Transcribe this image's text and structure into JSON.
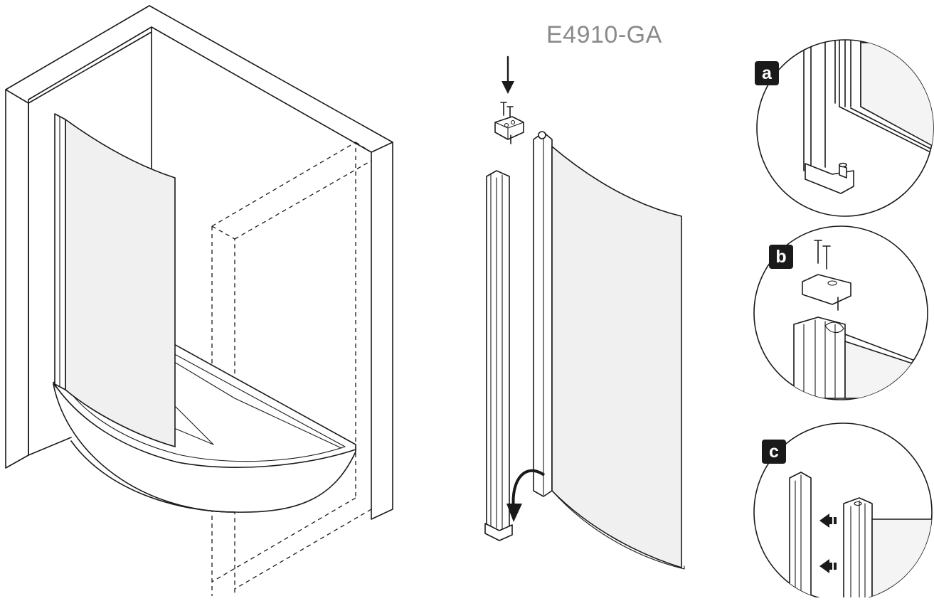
{
  "diagram": {
    "model_code": "E4910-GA",
    "steps": [
      {
        "label": "a"
      },
      {
        "label": "b"
      },
      {
        "label": "c"
      }
    ],
    "icons": {
      "down_arrow": "down-arrow-icon",
      "rotate_arrow": "curved-arrow-icon",
      "push_arrows": "double-chevron-left-icon"
    },
    "colors": {
      "line": "#1a1a1a",
      "glass": "#f0f0f0",
      "label_text": "#8a8a8a",
      "badge_bg": "#1a1a1a",
      "badge_text": "#ffffff"
    }
  }
}
